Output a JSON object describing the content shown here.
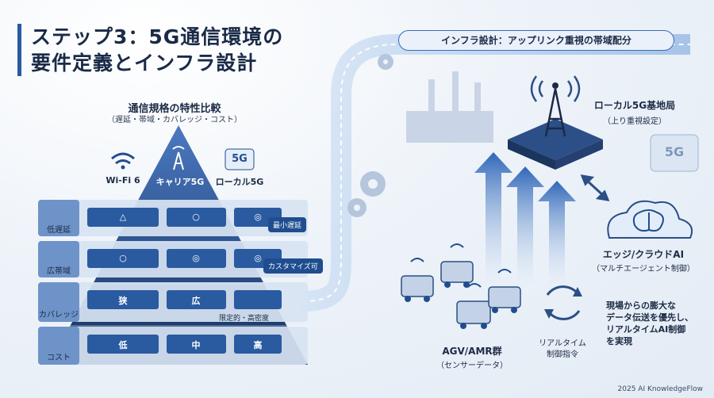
{
  "title": {
    "line1": "ステップ3：5G通信環境の",
    "line2": "要件定義とインフラ設計"
  },
  "comparison": {
    "heading": "通信規格の特性比較",
    "subheading": "（遅延・帯域・カバレッジ・コスト）",
    "columns": [
      "Wi-Fi 6",
      "キャリア5G",
      "ローカル5G"
    ],
    "column_badge": "5G",
    "rows": [
      {
        "label": "低遅延",
        "values": [
          "△",
          "○",
          "◎"
        ],
        "tag": "最小遅延"
      },
      {
        "label": "広帯域",
        "values": [
          "○",
          "◎",
          "◎"
        ],
        "tag": "カスタマイズ可"
      },
      {
        "label": "カバレッジ",
        "values": [
          "狭",
          "広",
          ""
        ],
        "tag": "限定的・高密度"
      },
      {
        "label": "コスト",
        "values": [
          "低",
          "中",
          "高"
        ],
        "tag": ""
      }
    ]
  },
  "banner": "インフラ設計：アップリンク重視の帯域配分",
  "base_station": {
    "label": "ローカル5G基地局",
    "sub": "（上り重視設定）"
  },
  "chip_label": "5G",
  "ai": {
    "label": "エッジ/クラウドAI",
    "sub": "（マルチエージェント制御）"
  },
  "devices": {
    "label": "AGV/AMR群",
    "sub": "（センサーデータ）"
  },
  "control": {
    "line1": "リアルタイム",
    "line2": "制御指令"
  },
  "note": {
    "line1": "現場からの膨大な",
    "line2": "データ伝送を優先し、",
    "line3": "リアルタイムAI制御",
    "line4": "を実現"
  },
  "copyright": "2025 AI KnowledgeFlow",
  "colors": {
    "primary": "#1f4d8f",
    "accent": "#3a6db5",
    "light": "#9cc0ea"
  }
}
